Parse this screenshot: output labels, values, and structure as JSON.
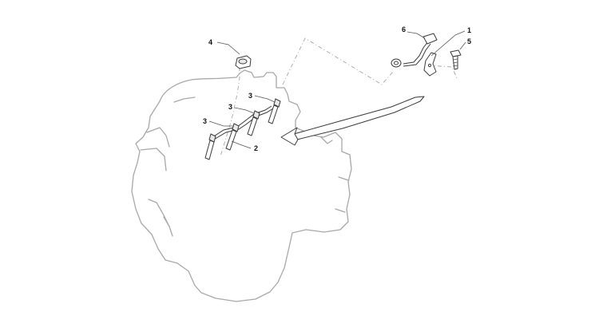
{
  "callouts": [
    {
      "id": "c1",
      "label": "1"
    },
    {
      "id": "c2",
      "label": "2"
    },
    {
      "id": "c3a",
      "label": "3"
    },
    {
      "id": "c3b",
      "label": "3"
    },
    {
      "id": "c3c",
      "label": "3"
    },
    {
      "id": "c4",
      "label": "4"
    },
    {
      "id": "c5",
      "label": "5"
    },
    {
      "id": "c6",
      "label": "6"
    }
  ],
  "colors": {
    "outline": "#a8a8a8",
    "part_stroke": "#3a3a3a",
    "label": "#111111"
  }
}
